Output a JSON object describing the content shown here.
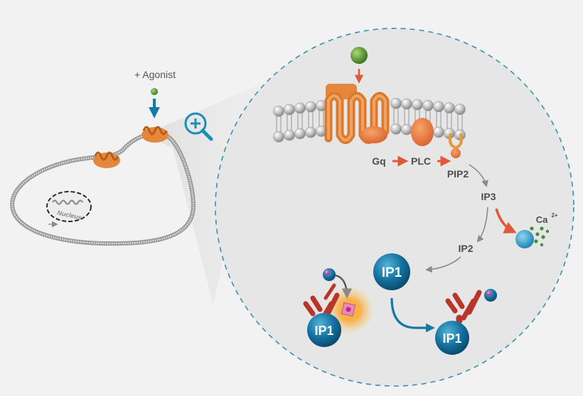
{
  "cell": {
    "agonist_label": "+ Agonist",
    "nucleus_label": "Nucleus"
  },
  "pathway": {
    "gq": "Gq",
    "plc": "PLC",
    "pip2": "PIP2",
    "ip3": "IP3",
    "ip2": "IP2",
    "calcium": "Ca",
    "calcium_charge": "2+",
    "ip1_free": "IP1",
    "ip1_bound": "IP1",
    "ip1_result": "IP1"
  },
  "icons": {
    "zoom": "magnifier-plus-icon",
    "agonist": "agonist-molecule-icon",
    "receptor": "gpcr-receptor-icon",
    "antibody": "antibody-icon"
  },
  "colors": {
    "background": "#f2f2f2",
    "zoom_circle": "#e6e6e6",
    "dashed_border": "#3a8fb0",
    "receptor": "#e07f2e",
    "arrow_red": "#e0583a",
    "ip1_blue": "#0f6e9e",
    "antibody_red": "#b8352c",
    "agonist_green": "#4a8f2a",
    "zoom_icon": "#1a8fb5"
  }
}
